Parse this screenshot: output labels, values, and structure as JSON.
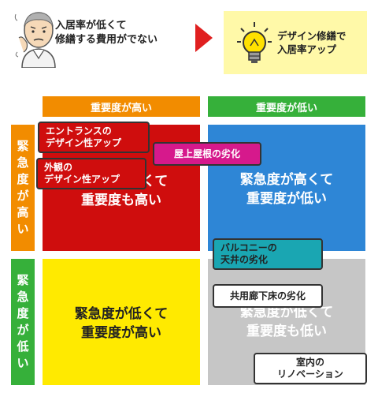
{
  "header": {
    "problem": {
      "line1": "入居率が低くて",
      "line2": "修繕する費用がでない"
    },
    "goal": {
      "line1": "デザイン修繕で",
      "line2": "入居率アップ"
    }
  },
  "matrix": {
    "columns": [
      {
        "label": "重要度が高い",
        "color": "#f28c00"
      },
      {
        "label": "重要度が低い",
        "color": "#36b03a"
      }
    ],
    "rows": [
      {
        "label": [
          "緊",
          "急",
          "度",
          "が",
          "高",
          "い"
        ],
        "color": "#f28c00"
      },
      {
        "label": [
          "緊",
          "急",
          "度",
          "が",
          "低",
          "い"
        ],
        "color": "#36b03a"
      }
    ],
    "quadrants": {
      "top_left": {
        "line1": "緊急度が高くて",
        "line2": "重要度も高い",
        "color": "#cf0d0d"
      },
      "top_right": {
        "line1": "緊急度が高くて",
        "line2": "重要度が低い",
        "color": "#2e86d6"
      },
      "bottom_left": {
        "line1": "緊急度が低くて",
        "line2": "重要度が高い",
        "color": "#ffea00"
      },
      "bottom_right": {
        "line1": "緊急度が低くて",
        "line2": "重要度も低い",
        "color": "#c6c6c6"
      }
    }
  },
  "items": [
    {
      "line1": "エントランスの",
      "line2": "デザイン性アップ"
    },
    {
      "line1": "外観の",
      "line2": "デザイン性アップ"
    },
    {
      "line1": "屋上屋根の劣化"
    },
    {
      "line1": "バルコニーの",
      "line2": "天井の劣化"
    },
    {
      "line1": "共用廊下床の劣化"
    },
    {
      "line1": "室内の",
      "line2": "リノベーション"
    }
  ]
}
